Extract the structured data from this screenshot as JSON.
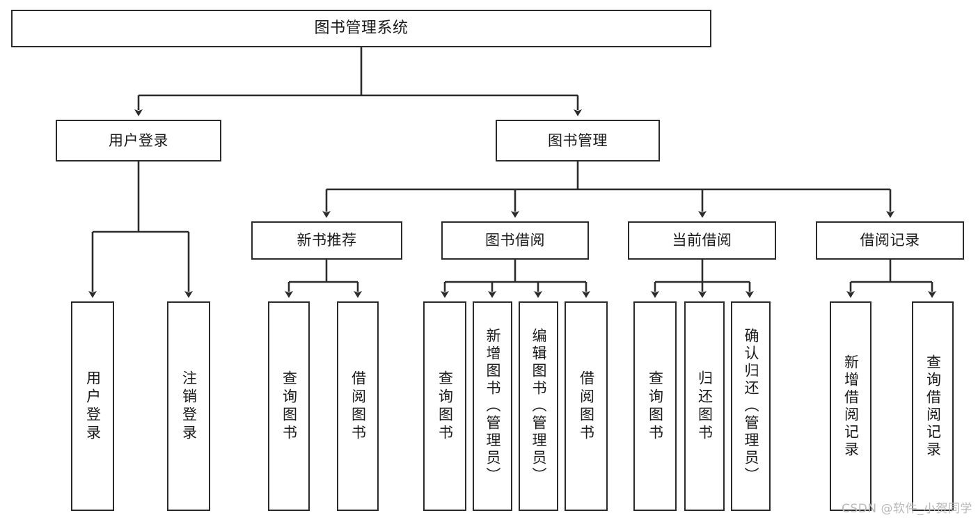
{
  "diagram": {
    "title": "图书管理系统",
    "type": "hierarchy-flowchart",
    "colors": {
      "background": "#ffffff",
      "box_border": "#2b2b2b",
      "box_fill": "#ffffff",
      "connector": "#2b2b2b",
      "text": "#1b1b1b",
      "watermark": "#b9b9b9"
    },
    "root": {
      "label": "图书管理系统"
    },
    "level2": [
      {
        "label": "用户登录"
      },
      {
        "label": "图书管理"
      }
    ],
    "level3": [
      {
        "label": "新书推荐"
      },
      {
        "label": "图书借阅"
      },
      {
        "label": "当前借阅"
      },
      {
        "label": "借阅记录"
      }
    ],
    "leaves": {
      "user_login": [
        {
          "label": "用户登录"
        },
        {
          "label": "注销登录"
        }
      ],
      "new_book_recommend": [
        {
          "label": "查询图书"
        },
        {
          "label": "借阅图书"
        }
      ],
      "book_borrow": [
        {
          "label": "查询图书"
        },
        {
          "label": "新增图书（管理员）"
        },
        {
          "label": "编辑图书（管理员）"
        },
        {
          "label": "借阅图书"
        }
      ],
      "current_borrow": [
        {
          "label": "查询图书"
        },
        {
          "label": "归还图书"
        },
        {
          "label": "确认归还（管理员）"
        }
      ],
      "borrow_records": [
        {
          "label": "新增借阅记录"
        },
        {
          "label": "查询借阅记录"
        }
      ]
    }
  },
  "watermark": {
    "text": "CSDN @软件_小贺同学"
  }
}
